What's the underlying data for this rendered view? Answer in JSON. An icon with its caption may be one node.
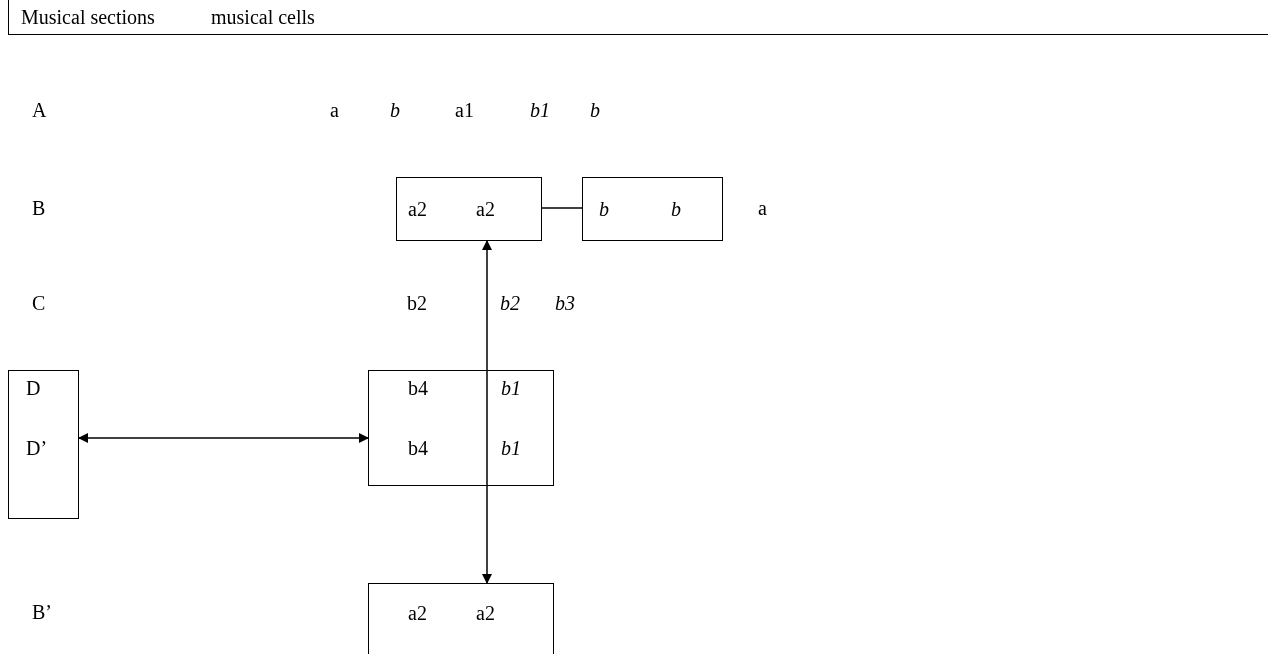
{
  "diagram": {
    "nodes": [
      {
        "text": [
          "D",
          "D’"
        ]
      },
      {
        "text": [
          "a2",
          "a2"
        ]
      },
      {
        "text": [
          "*b*",
          "*b*"
        ]
      },
      {
        "text": [
          "b4",
          "*b1*",
          "b4",
          "*b1*"
        ]
      },
      {
        "text": [
          "a2",
          "a2"
        ]
      }
    ],
    "edges": [
      {
        "from": 1,
        "to": 2,
        "arrow": "none"
      },
      {
        "from": 3,
        "to": 1,
        "arrow": "to"
      },
      {
        "from": 3,
        "to": 4,
        "arrow": "to"
      },
      {
        "from": 0,
        "to": 3,
        "arrow": "both"
      }
    ],
    "labels": [
      "Musical sections",
      "musical cells",
      "A",
      "a",
      "*b*",
      "a1",
      "*b1*",
      "*b*",
      "B",
      "a",
      "C",
      "b2",
      "*b2*",
      "*b3*",
      "B’"
    ]
  }
}
